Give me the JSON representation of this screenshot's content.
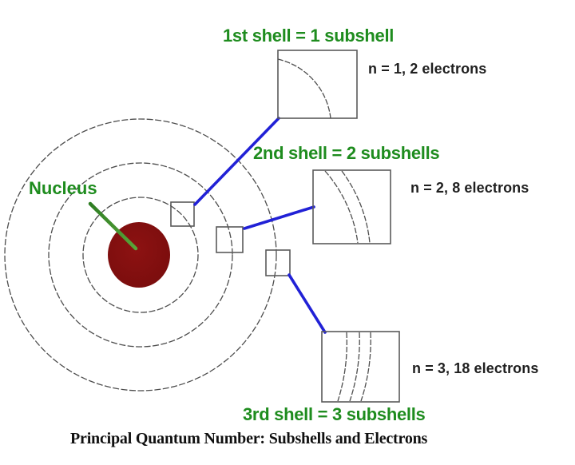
{
  "title": "Principal quantum number shells diagram",
  "nucleus_label": "Nucleus",
  "shells": [
    {
      "heading": "1st shell = 1 subshell",
      "electrons": "n = 1, 2 electrons"
    },
    {
      "heading": "2nd shell = 2 subshells",
      "electrons": "n = 2, 8 electrons"
    },
    {
      "heading": "3rd shell = 3 subshells",
      "electrons": "n = 3, 18 electrons"
    }
  ],
  "caption": "Principal Quantum Number: Subshells and Electrons",
  "colors": {
    "heading_green": "#1e8c1e",
    "connector_blue": "#2121d6",
    "nucleus_red": "#8d1212",
    "nucleus_red_dark": "#7a0d0d",
    "pointer_green_dark": "#2e7d23",
    "pointer_green_light": "#5aa53a",
    "line_gray": "#4d4d4d",
    "text_black": "#1f1f1f"
  }
}
